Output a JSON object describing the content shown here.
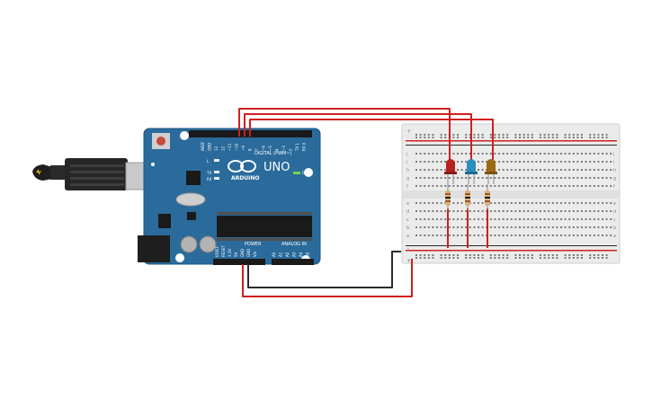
{
  "board": {
    "digital_label": "DIGITAL (PWM~)",
    "uno_label": "UNO",
    "brand_label": "ARDUINO",
    "power_label": "POWER",
    "analog_label": "ANALOG IN",
    "on_label": "ON",
    "l_label": "L",
    "tx_label": "TX",
    "rx_label": "RX",
    "digital_pins": [
      "AREF",
      "GND",
      "13",
      "12",
      "~11",
      "~10",
      "~9",
      "8",
      "7",
      "~6",
      "~5",
      "4",
      "~3",
      "2",
      "TX 1",
      "RX 0"
    ],
    "power_pins": [
      "IOREF",
      "RESET",
      "3.3V",
      "5V",
      "GND",
      "GND",
      "Vin"
    ],
    "analog_pins": [
      "A0",
      "A1",
      "A2",
      "A3",
      "A4",
      "A5"
    ]
  },
  "breadboard": {
    "row_letters_top": [
      "j",
      "i",
      "h",
      "g",
      "f"
    ],
    "row_letters_bottom": [
      "e",
      "d",
      "c",
      "b",
      "a"
    ],
    "rail_plus": "+",
    "rail_minus": "-"
  },
  "components": {
    "leds": [
      {
        "name": "led-red",
        "color": "#b5231f"
      },
      {
        "name": "led-blue",
        "color": "#2a8fbd"
      },
      {
        "name": "led-yellow",
        "color": "#9c6a12"
      }
    ]
  },
  "colors": {
    "board": "#2a6b9c",
    "wire_red": "#d11f1f",
    "wire_black": "#2b2b2b"
  }
}
